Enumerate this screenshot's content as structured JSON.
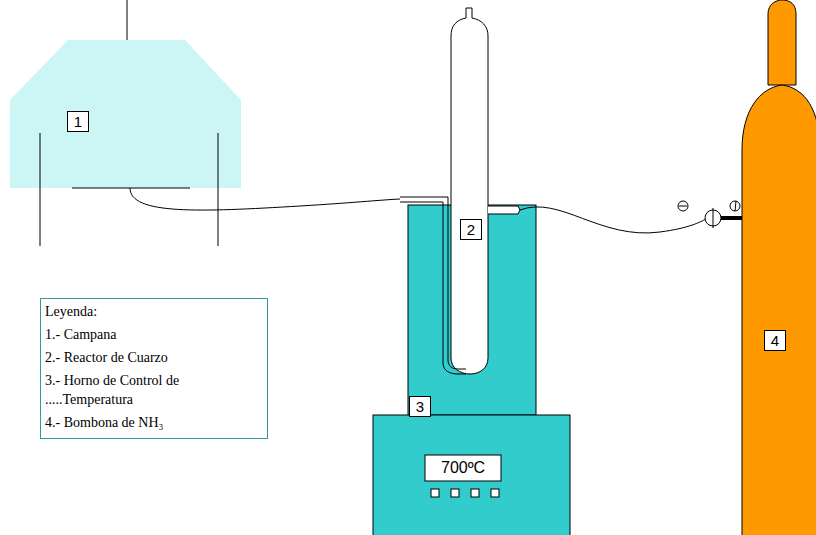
{
  "diagram": {
    "nodes": [
      {
        "text": [
          "1"
        ]
      },
      {
        "text": [
          "2"
        ]
      },
      {
        "text": [
          "3"
        ]
      },
      {
        "text": [
          "4"
        ]
      }
    ],
    "labels": [
      "700ºC",
      "Leyenda:"
    ],
    "legend": [
      {
        "text": "1.- Campana"
      },
      {
        "text": "2.- Reactor de Cuarzo"
      },
      {
        "text": "3.- Horno de Control de .....Temperatura"
      },
      {
        "text": "4.- Bombona de NH₃"
      }
    ]
  }
}
